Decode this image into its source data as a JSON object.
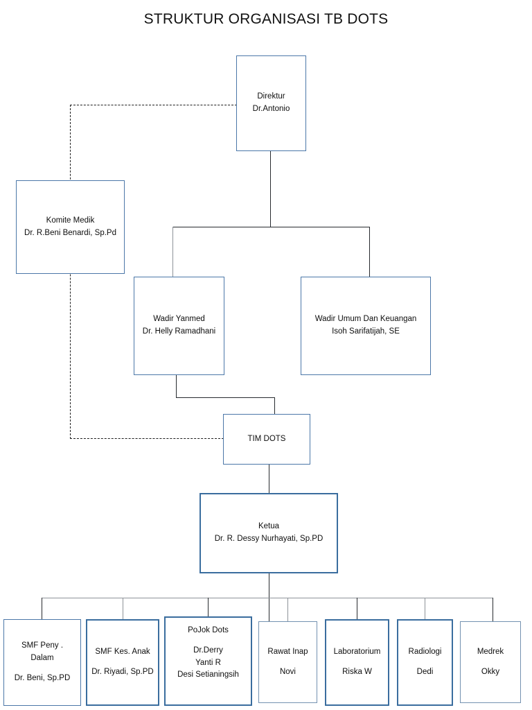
{
  "page": {
    "title": "STRUKTUR ORGANISASI TB DOTS",
    "background": "#ffffff",
    "box_border_color": "#4b77a8",
    "connector_color": "#262a2e"
  },
  "nodes": {
    "direktur": {
      "role": "Direktur",
      "person": "Dr.Antonio"
    },
    "komite_medik": {
      "role": "Komite Medik",
      "person": "Dr. R.Beni Benardi, Sp.Pd"
    },
    "wadir_yanmed": {
      "role": "Wadir Yanmed",
      "person": "Dr. Helly Ramadhani"
    },
    "wadir_umum": {
      "role": "Wadir Umum Dan Keuangan",
      "person": "Isoh Sarifatijah, SE"
    },
    "tim_dots": {
      "role": "TIM DOTS"
    },
    "ketua": {
      "role": "Ketua",
      "person": "Dr. R. Dessy Nurhayati, Sp.PD"
    },
    "smf_peny_dalam": {
      "role_line1": "SMF Peny .",
      "role_line2": "Dalam",
      "person": "Dr. Beni, Sp.PD"
    },
    "smf_kes_anak": {
      "role": "SMF Kes. Anak",
      "person": "Dr. Riyadi, Sp.PD"
    },
    "pojok_dots": {
      "role": "PoJok Dots",
      "person1": "Dr.Derry",
      "person2": "Yanti R",
      "person3": "Desi Setianingsih"
    },
    "rawat_inap": {
      "role": "Rawat Inap",
      "person": "Novi"
    },
    "laboratorium": {
      "role": "Laboratorium",
      "person": "Riska W"
    },
    "radiologi": {
      "role": "Radiologi",
      "person": "Dedi"
    },
    "medrek": {
      "role": "Medrek",
      "person": "Okky"
    }
  }
}
